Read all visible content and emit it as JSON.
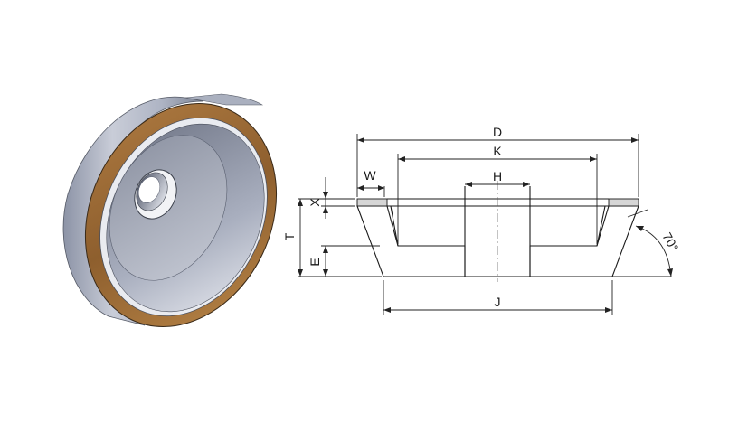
{
  "drawing": {
    "labels": {
      "D": "D",
      "K": "K",
      "H": "H",
      "W": "W",
      "X": "X",
      "T": "T",
      "E": "E",
      "J": "J",
      "angle": "70°"
    }
  },
  "colors": {
    "wheel_body": "#b9bfcc",
    "abrasive_rim": "#9c6a35",
    "section_rim": "#d4d4d4",
    "hatch": "#333333",
    "line": "#1a1a1a"
  },
  "icons": {
    "wheel_render": "cup-wheel-3d-illustration",
    "section_view": "cup-wheel-cross-section"
  }
}
